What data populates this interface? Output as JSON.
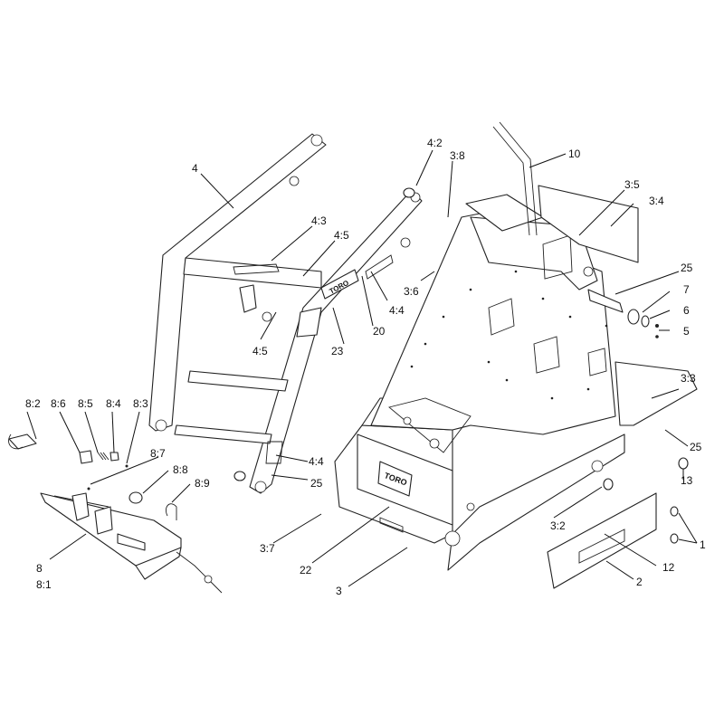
{
  "diagram": {
    "callouts": {
      "c4": "4",
      "c4_2": "4:2",
      "c3_8": "3:8",
      "c10": "10",
      "c3_5": "3:5",
      "c3_4": "3:4",
      "c4_3": "4:3",
      "c4_5a": "4:5",
      "c4_4a": "4:4",
      "c3_6": "3:6",
      "c20": "20",
      "c4_5b": "4:5",
      "c23": "23",
      "c25a": "25",
      "c7": "7",
      "c6": "6",
      "c5": "5",
      "c3_3": "3:3",
      "c25b": "25",
      "c13": "13",
      "c8_2": "8:2",
      "c8_6": "8:6",
      "c8_5": "8:5",
      "c8_4": "8:4",
      "c8_3": "8:3",
      "c8_7": "8:7",
      "c8_8": "8:8",
      "c8_9": "8:9",
      "c4_4b": "4:4",
      "c25c": "25",
      "c3_2": "3:2",
      "c1": "1",
      "c12": "12",
      "c2": "2",
      "c3_7": "3:7",
      "c22": "22",
      "c3": "3",
      "c8": "8",
      "c8_1": "8:1"
    },
    "decal_text": "TORO"
  }
}
